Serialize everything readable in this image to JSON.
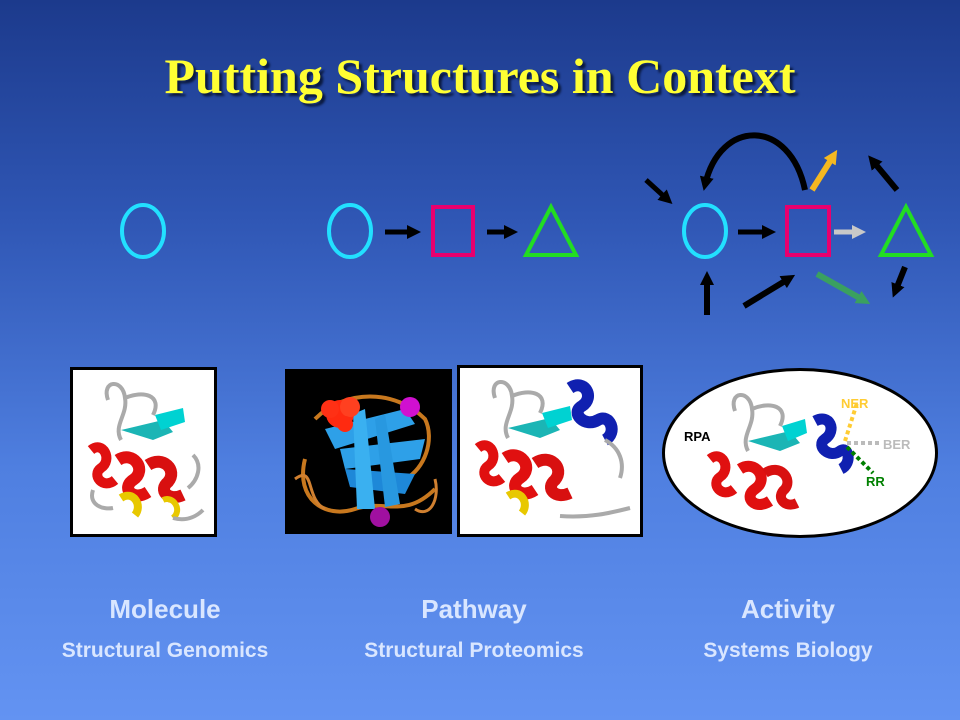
{
  "title": {
    "text": "Putting Structures in Context",
    "color": "#ffff33"
  },
  "captions": [
    {
      "title": "Molecule",
      "subtitle": "Structural Genomics"
    },
    {
      "title": "Pathway",
      "subtitle": "Structural Proteomics"
    },
    {
      "title": "Activity",
      "subtitle": "Systems Biology"
    }
  ],
  "activity_labels": {
    "rpa": {
      "text": "RPA",
      "color": "#000000"
    },
    "ner": {
      "text": "NER",
      "color": "#ffcc33"
    },
    "ber": {
      "text": "BER",
      "color": "#bbbbbb"
    },
    "rr": {
      "text": "RR",
      "color": "#008000"
    }
  },
  "colors": {
    "circle": "#22e0ff",
    "square": "#e8006e",
    "triangle": "#22dd22",
    "arrow_black": "#000000",
    "arrow_gray": "#c8c8c8",
    "arrow_yellow": "#f5b820",
    "arrow_green": "#3aa060"
  }
}
